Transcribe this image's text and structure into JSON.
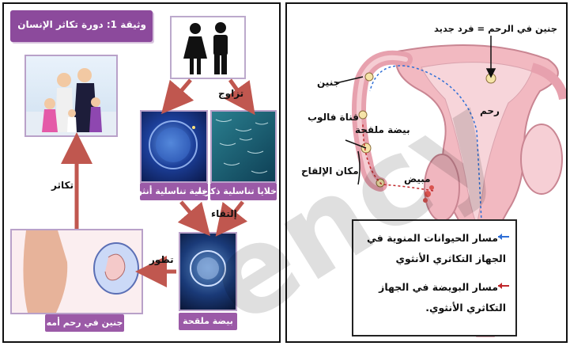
{
  "left": {
    "title": "وثيقة 1: دورة تكاثر الإنسان",
    "couple_icon": "man-woman-icon",
    "labels": {
      "marriage": "تزاوج",
      "fertilization": "إلتقاء",
      "development": "تطور",
      "reproduction": "تكاثر"
    },
    "captions": {
      "female_cell": "خلية تناسلية أنثوية",
      "male_cells": "خلايا تناسلية ذكرية",
      "zygote": "بيضة ملقحة",
      "fetus": "جنين في رحم أمه"
    }
  },
  "right": {
    "labels": {
      "embryo_in_uterus": "جنين في الرحم = فرد جديد",
      "embryo": "جنين",
      "uterus": "رحم",
      "fallopian_tube": "قناة فالوب",
      "zygote": "بيضة ملقحة",
      "fertilization_site": "مكان الإلقاح",
      "ovary": "مبيض"
    },
    "legend": {
      "sperm_path_line1": "مسار الحيوانات المنوية في",
      "sperm_path_line2": "الجهاز التكاثري الأنثوي",
      "ovum_path_line1": "مسار البويضة في الجهاز",
      "ovum_path_line2": "التكاثري الأنثوي.",
      "sperm_color": "#2f6fd6",
      "ovum_color": "#c0282c"
    }
  },
  "colors": {
    "arrow": "#c0574f",
    "caption_bg": "#9b5aa7",
    "tissue": "#f2b9c1"
  }
}
